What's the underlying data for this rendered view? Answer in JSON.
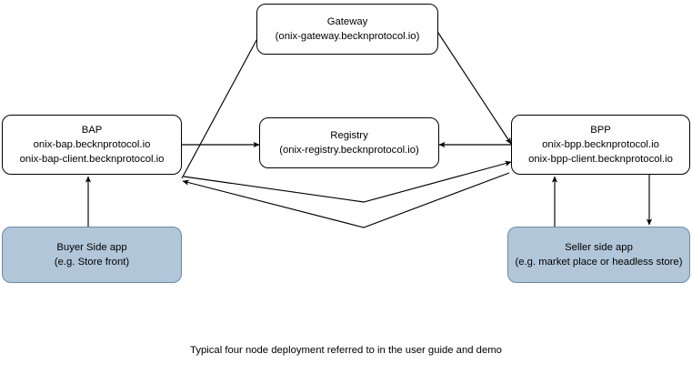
{
  "diagram": {
    "caption": "Typical four node deployment referred to in the user guide and demo",
    "colors": {
      "stroke": "#000000",
      "node_fill": "#ffffff",
      "shaded_fill": "#b1c6d9",
      "shaded_stroke": "#6d8aa3",
      "text": "#000000"
    },
    "nodes": {
      "gateway": {
        "title": "Gateway",
        "subtitle": "(onix-gateway.becknprotocol.io)"
      },
      "bap": {
        "title": "BAP",
        "host": "onix-bap.becknprotocol.io",
        "client_host": "onix-bap-client.becknprotocol.io"
      },
      "registry": {
        "title": "Registry",
        "subtitle": "(onix-registry.becknprotocol.io)"
      },
      "bpp": {
        "title": "BPP",
        "host": "onix-bpp.becknprotocol.io",
        "client_host": "onix-bpp-client.becknprotocol.io"
      },
      "buyer_app": {
        "title": "Buyer Side app",
        "subtitle": "(e.g. Store front)"
      },
      "seller_app": {
        "title": "Seller side app",
        "subtitle": "(e.g. market place or headless store)"
      }
    },
    "edges": [
      {
        "id": "bap-to-gateway",
        "from": "bap",
        "to": "gateway",
        "direction": "one-way"
      },
      {
        "id": "gateway-to-bpp",
        "from": "gateway",
        "to": "bpp",
        "direction": "one-way"
      },
      {
        "id": "bap-to-registry",
        "from": "bap",
        "to": "registry",
        "direction": "one-way"
      },
      {
        "id": "bpp-to-registry",
        "from": "bpp",
        "to": "registry",
        "direction": "one-way"
      },
      {
        "id": "bap-to-bpp",
        "from": "bap",
        "to": "bpp",
        "direction": "one-way"
      },
      {
        "id": "bpp-to-bap",
        "from": "bpp",
        "to": "bap",
        "direction": "one-way"
      },
      {
        "id": "buyer-app-to-bap",
        "from": "buyer_app",
        "to": "bap",
        "direction": "one-way"
      },
      {
        "id": "seller-app-to-bpp",
        "from": "seller_app",
        "to": "bpp",
        "direction": "one-way"
      },
      {
        "id": "bpp-to-seller-app",
        "from": "bpp",
        "to": "seller_app",
        "direction": "one-way"
      }
    ]
  }
}
